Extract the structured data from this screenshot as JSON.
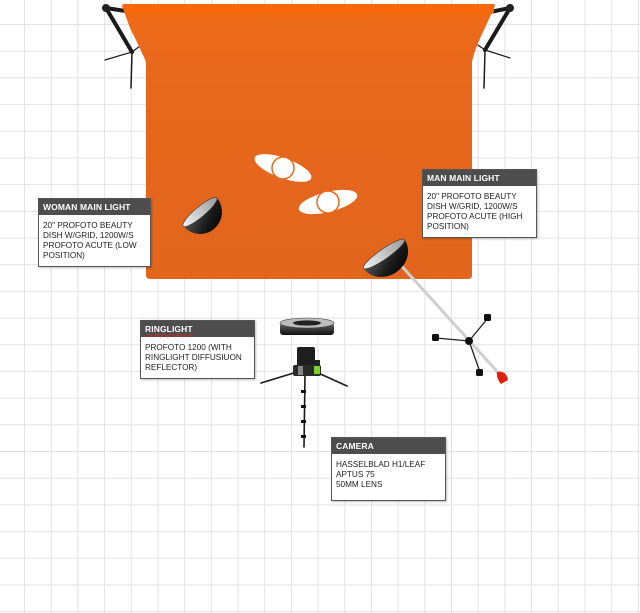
{
  "diagram": {
    "type": "studio-lighting-setup",
    "colors": {
      "backdrop": "#e8681c",
      "backdrop_top": "#f26a0c",
      "label_header": "#4d4d4d",
      "grid": "#e2e2e2"
    },
    "labels": {
      "woman_light": {
        "title": "WOMAN MAIN LIGHT",
        "body": "20\" PROFOTO BEAUTY\nDISH W/GRID, 1200W/S\nPROFOTO ACUTE (LOW\nPOSITION)"
      },
      "man_light": {
        "title": "MAN MAIN LIGHT",
        "body": "20\" PROFOTO BEAUTY\nDISH W/GRID, 1200W/S\nPROFOTO ACUTE (HIGH\nPOSITION)"
      },
      "ringlight": {
        "title": "RINGLIGHT",
        "body": "PROFOTO 1200 (WITH\nRINGLIGHT DIFFUSIUON\nREFLECTOR)"
      },
      "camera": {
        "title": "CAMERA",
        "body": "HASSELBLAD H1/LEAF\nAPTUS 75\n50MM LENS"
      }
    },
    "elements": [
      "backdrop",
      "backdrop-stand-left",
      "backdrop-stand-right",
      "subject-woman",
      "subject-man",
      "beauty-dish-woman",
      "beauty-dish-man",
      "boom-stand-man",
      "ringlight",
      "camera-tripod"
    ]
  }
}
